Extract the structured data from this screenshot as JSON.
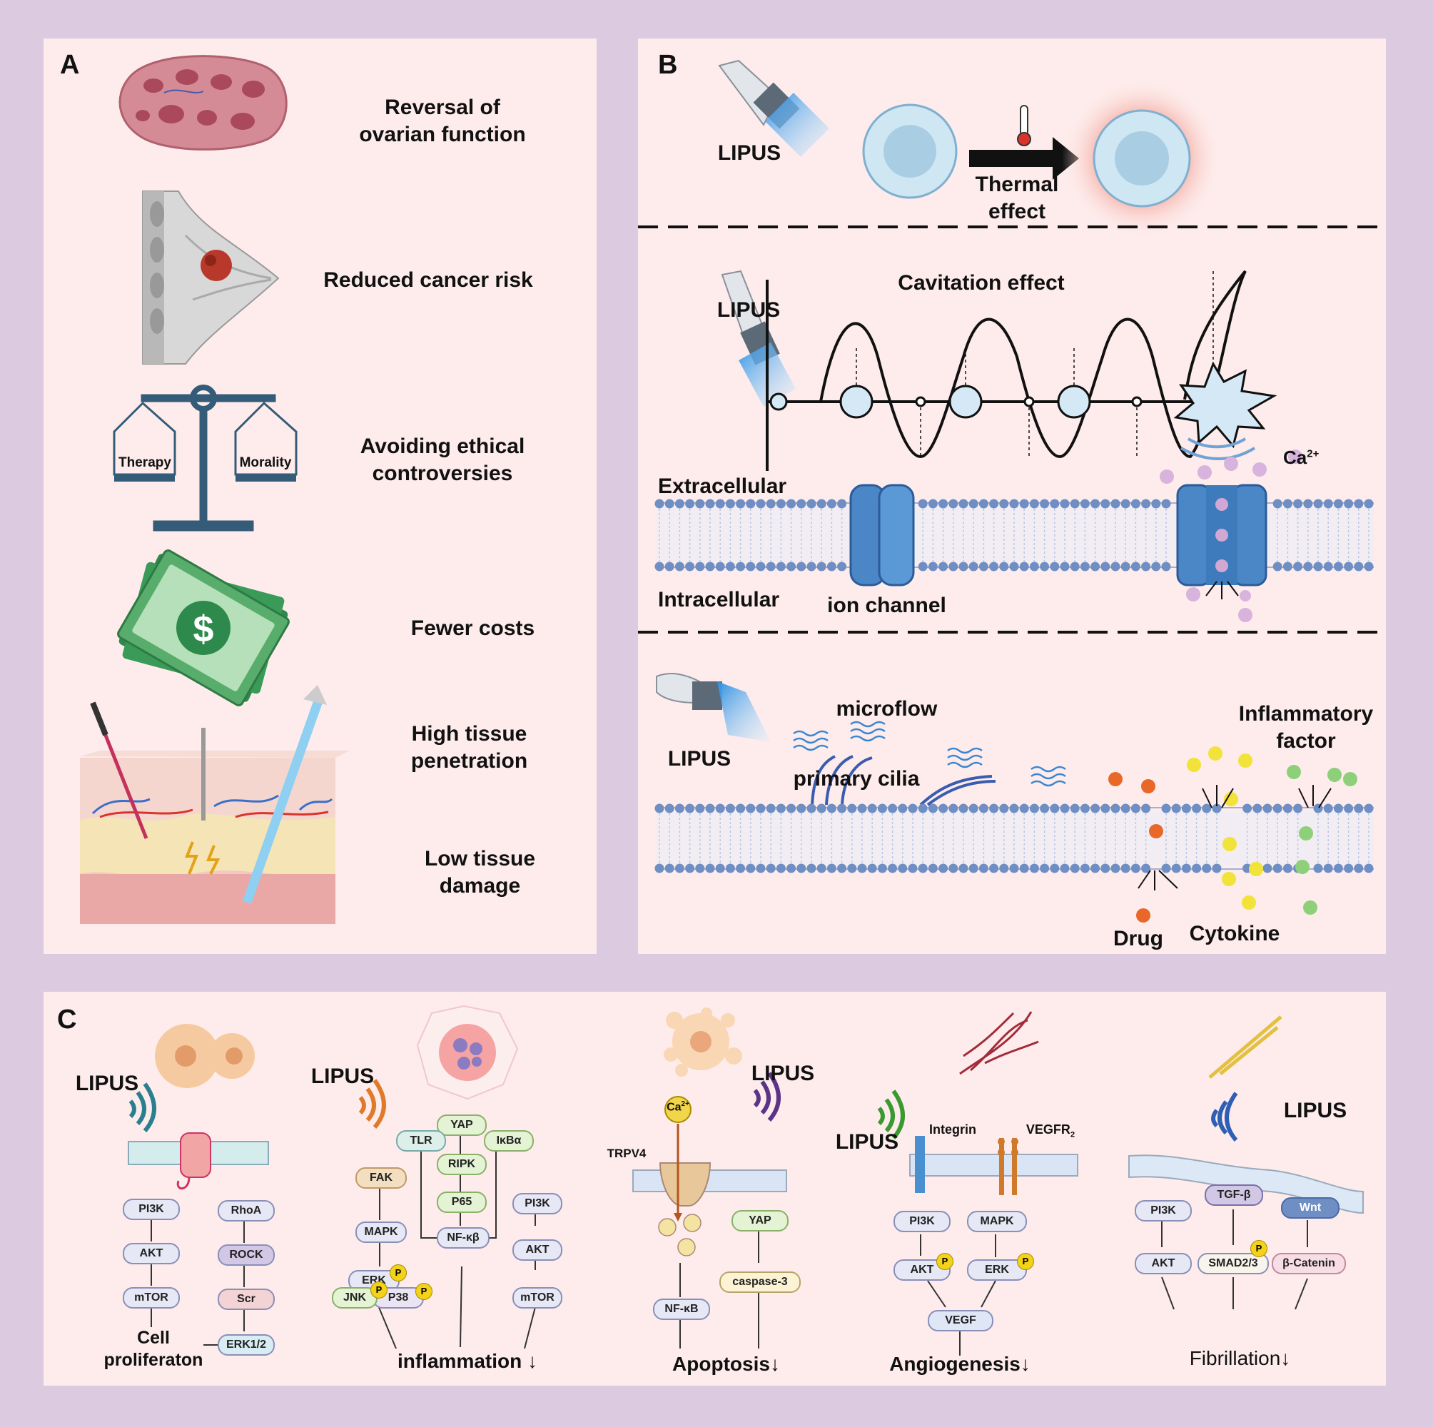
{
  "panels": {
    "a_letter": "A",
    "b_letter": "B",
    "c_letter": "C"
  },
  "panel_a": {
    "item1": "Reversal of\novarian function",
    "item2": "Reduced cancer risk",
    "item3": "Avoiding ethical\ncontroversies",
    "item4": "Fewer costs",
    "item5": "High tissue\npenetration",
    "item6": "Low tissue\ndamage",
    "scale_left": "Therapy",
    "scale_right": "Morality",
    "money_symbol": "$"
  },
  "panel_b": {
    "lipus1": "LIPUS",
    "thermal": "Thermal\neffect",
    "lipus2": "LIPUS",
    "cavitation": "Cavitation effect",
    "extracellular": "Extracellular",
    "intracellular": "Intracellular",
    "ion_channel": "ion channel",
    "ca": "Ca",
    "ca_sup": "2+",
    "lipus3": "LIPUS",
    "microflow": "microflow",
    "primary_cilia": "primary cilia",
    "inflammatory": "Inflammatory\nfactor",
    "drug": "Drug",
    "cytokine": "Cytokine"
  },
  "panel_c": {
    "c1": {
      "lipus": "LIPUS",
      "pi3k": "PI3K",
      "akt": "AKT",
      "mtor": "mTOR",
      "rhoa": "RhoA",
      "rock": "ROCK",
      "scr": "Scr",
      "erk": "ERK1/2",
      "outcome": "Cell\nproliferaton"
    },
    "c2": {
      "lipus": "LIPUS",
      "yap": "YAP",
      "tlr": "TLR",
      "ikba": "IκBα",
      "ripk": "RIPK",
      "fak": "FAK",
      "p65": "P65",
      "pi3k": "PI3K",
      "mapk": "MAPK",
      "nfkb": "NF-κβ",
      "akt": "AKT",
      "erk": "ERK",
      "jnk": "JNK",
      "p38": "P38",
      "mtor": "mTOR",
      "outcome": "inflammation",
      "arrow": "↓",
      "p": "P"
    },
    "c3": {
      "lipus": "LIPUS",
      "ca": "Ca",
      "ca_sup": "2+",
      "trpv4": "TRPV4",
      "yap": "YAP",
      "nfkb": "NF-κB",
      "caspase": "caspase-3",
      "outcome": "Apoptosis",
      "arrow": "↓"
    },
    "c4": {
      "lipus": "LIPUS",
      "integrin": "Integrin",
      "vegfr": "VEGFR",
      "vegfr_sub": "2",
      "pi3k": "PI3K",
      "mapk": "MAPK",
      "akt": "AKT",
      "erk": "ERK",
      "vegf": "VEGF",
      "outcome": "Angiogenesis",
      "arrow": "↓",
      "p": "P"
    },
    "c5": {
      "lipus": "LIPUS",
      "tgfb": "TGF-β",
      "wnt": "Wnt",
      "pi3k": "PI3K",
      "akt": "AKT",
      "smad": "SMAD2/3",
      "bcat": "β-Catenin",
      "outcome": "Fibrillation",
      "arrow": "↓",
      "p": "P"
    }
  },
  "colors": {
    "background": "#dccae0",
    "panel": "#fdeceb",
    "membrane": "#6f8fc4",
    "channel": "#4b86c6",
    "probe_beam": "#3aa4e6"
  }
}
